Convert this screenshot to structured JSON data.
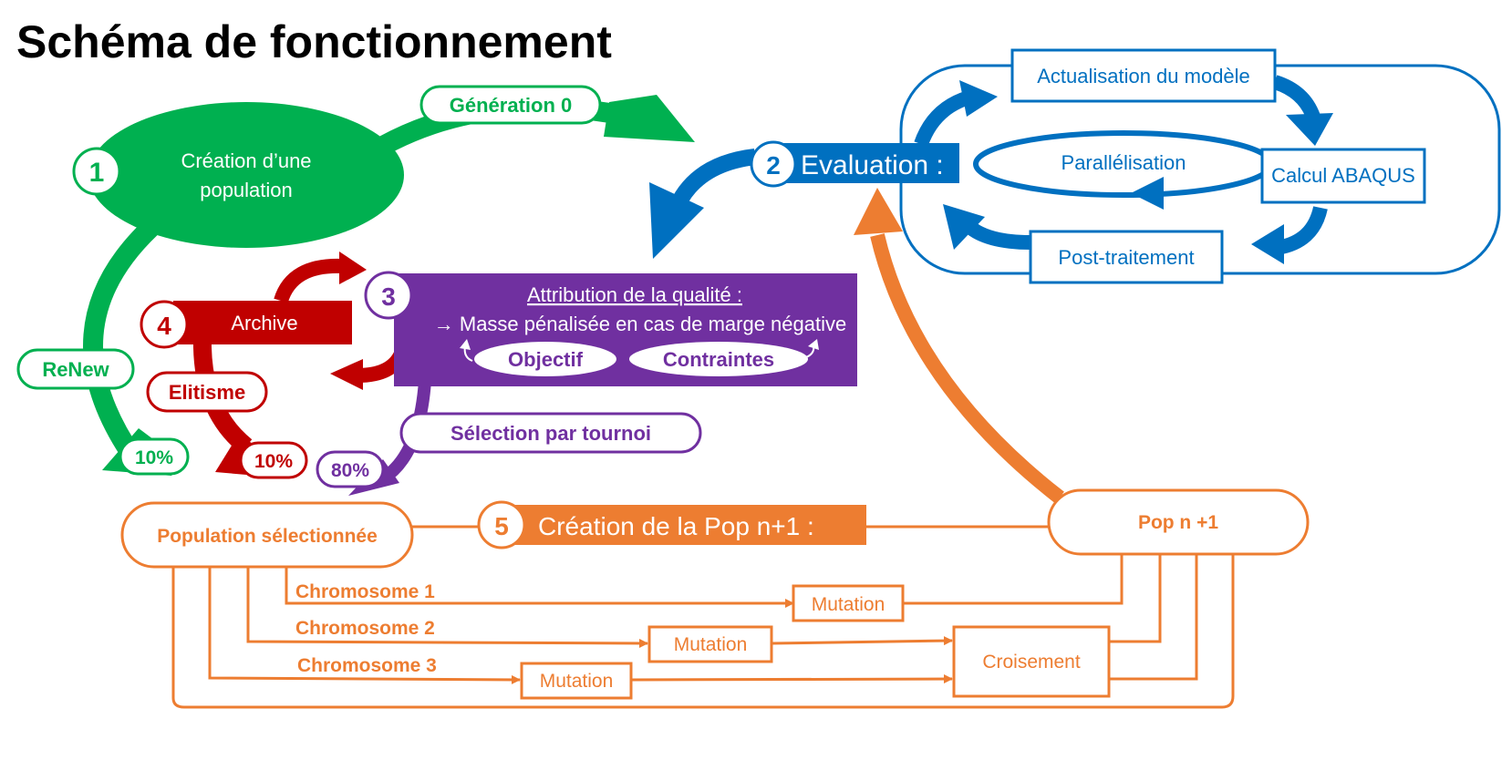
{
  "title": "Schéma de fonctionnement",
  "colors": {
    "green": "#00b050",
    "blue": "#0070c0",
    "red": "#c00000",
    "purple": "#7030a0",
    "orange": "#ed7d31"
  },
  "step1": {
    "number": "1",
    "line1": "Création d’une",
    "line2": "population",
    "gen0": "Génération 0",
    "renew": "ReNew",
    "renew_pct": "10%"
  },
  "step2": {
    "number": "2",
    "label": "Evaluation :",
    "model_update": "Actualisation du modèle",
    "abaqus": "Calcul ABAQUS",
    "post": "Post-traitement",
    "parallel": "Parallélisation"
  },
  "step3": {
    "number": "3",
    "heading": "Attribution de la qualité :",
    "line": "→ Masse pénalisée en cas de marge négative",
    "objective": "Objectif",
    "constraints": "Contraintes",
    "tournament": "Sélection par tournoi",
    "tournament_pct": "80%"
  },
  "step4": {
    "number": "4",
    "label": "Archive",
    "elitism": "Elitisme",
    "elitism_pct": "10%"
  },
  "step5": {
    "number": "5",
    "label": "Création de la Pop n+1 :",
    "selected": "Population sélectionnée",
    "next_pop": "Pop n +1",
    "chromosomes": [
      "Chromosome 1",
      "Chromosome 2",
      "Chromosome 3"
    ],
    "mutations": [
      "Mutation",
      "Mutation",
      "Mutation"
    ],
    "crossover": "Croisement"
  }
}
